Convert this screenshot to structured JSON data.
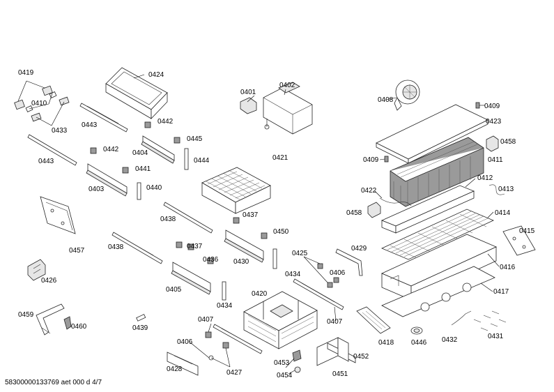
{
  "parts": {
    "p0419": "0419",
    "p0424": "0424",
    "p0410": "0410",
    "p0433": "0433",
    "p0443": "0443",
    "p0442": "0442",
    "p0445": "0445",
    "p0404": "0404",
    "p0444": "0444",
    "p0441": "0441",
    "p0403": "0403",
    "p0440": "0440",
    "p0401": "0401",
    "p0402": "0402",
    "p0421": "0421",
    "p0437": "0437",
    "p0438": "0438",
    "p0450": "0450",
    "p0430": "0430",
    "p0434": "0434",
    "p0436": "0436",
    "p0405": "0405",
    "p0457": "0457",
    "p0426": "0426",
    "p0459": "0459",
    "p0460": "0460",
    "p0439": "0439",
    "p0407": "0407",
    "p0406": "0406",
    "p0427": "0427",
    "p0428": "0428",
    "p0420": "0420",
    "p0425": "0425",
    "p0429": "0429",
    "p0453": "0453",
    "p0454": "0454",
    "p0451": "0451",
    "p0452": "0452",
    "p0408": "0408",
    "p0409": "0409",
    "p0423": "0423",
    "p0458": "0458",
    "p0411": "0411",
    "p0412": "0412",
    "p0413": "0413",
    "p0422": "0422",
    "p0414": "0414",
    "p0415": "0415",
    "p0416": "0416",
    "p0417": "0417",
    "p0418": "0418",
    "p0446": "0446",
    "p0432": "0432",
    "p0431": "0431"
  },
  "footer": "58300000133769 aet 000 d 4/7"
}
